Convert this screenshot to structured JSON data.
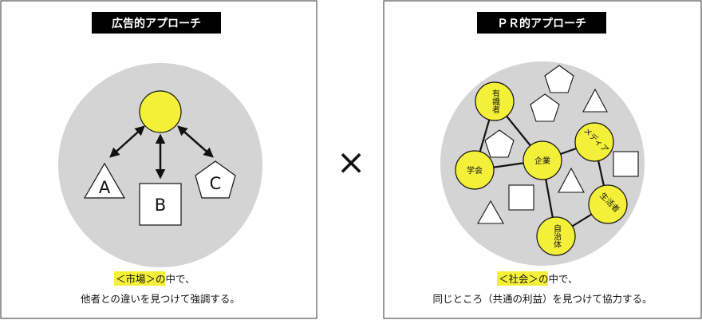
{
  "colors": {
    "yellow": "#f4f03a",
    "circle_bg": "#d4d4d4",
    "highlight": "#f4f03a",
    "title_bg": "#000000"
  },
  "left_panel": {
    "title": "広告的アプローチ",
    "caption_highlight": "＜市場＞",
    "caption_line1_rest": "の中で、",
    "caption_line2": "他者との違いを見つけて強調する。",
    "shapes": {
      "triangle": "A",
      "square": "B",
      "pentagon": "C"
    }
  },
  "separator": {
    "symbol": "×"
  },
  "right_panel": {
    "title": "ＰＲ的アプローチ",
    "caption_highlight": "＜社会＞",
    "caption_line1_rest": "の中で、",
    "caption_line2": "同じところ（共通の利益）を見つけて協力する。",
    "nodes": {
      "experts": "有識者",
      "academia": "学会",
      "company": "企業",
      "media": "メディア",
      "consumers": "生活者",
      "municipality": "自治体"
    }
  }
}
